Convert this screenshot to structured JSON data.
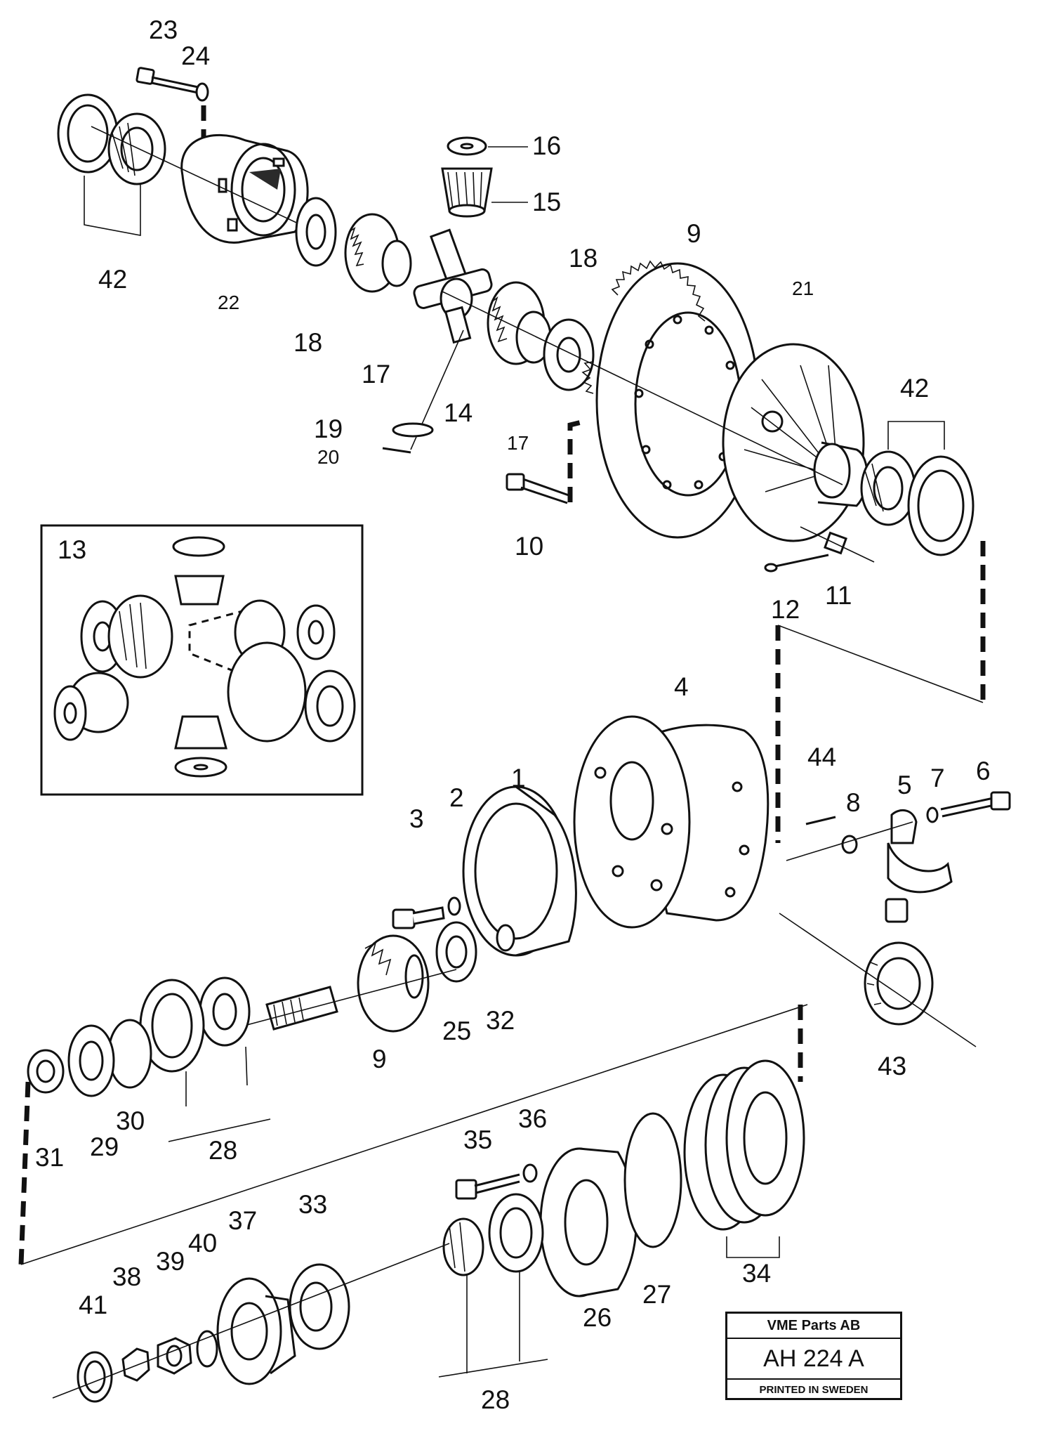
{
  "labels_upper": [
    "23",
    "24",
    "42",
    "22",
    "18",
    "17",
    "16",
    "15",
    "14",
    "19",
    "20",
    "18",
    "17",
    "9",
    "10",
    "21",
    "42",
    "11",
    "12"
  ],
  "inset_label": "13",
  "labels_lower": [
    "4",
    "44",
    "5",
    "7",
    "6",
    "8",
    "1",
    "2",
    "3",
    "25",
    "32",
    "9",
    "43",
    "31",
    "29",
    "30",
    "28",
    "35",
    "36",
    "33",
    "37",
    "40",
    "39",
    "38",
    "41",
    "26",
    "27",
    "34",
    "28"
  ],
  "title_block": {
    "company": "VME Parts AB",
    "code": "AH 224  A",
    "printed": "PRINTED IN SWEDEN"
  }
}
